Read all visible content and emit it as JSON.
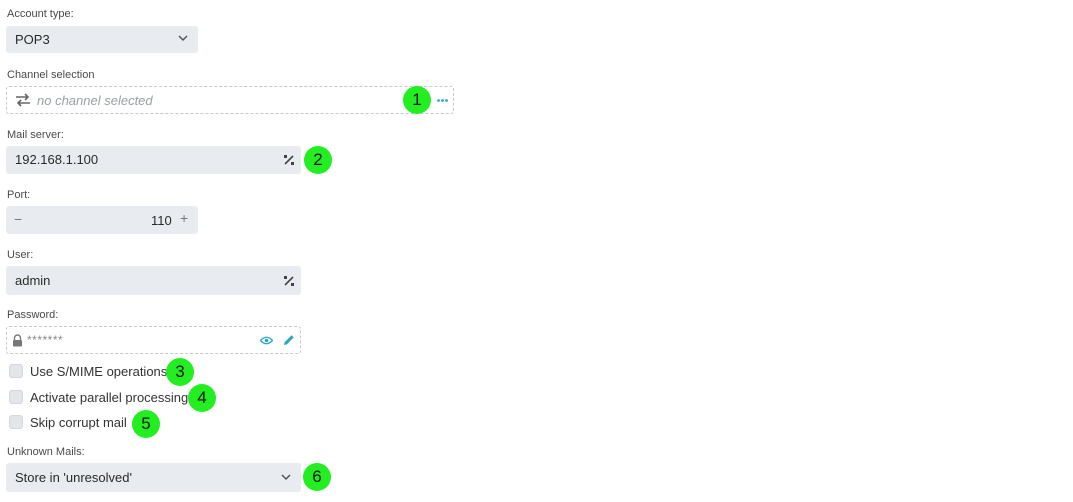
{
  "account_type": {
    "label": "Account type:",
    "value": "POP3"
  },
  "channel": {
    "label": "Channel selection",
    "placeholder": "no channel selected"
  },
  "mail_server": {
    "label": "Mail server:",
    "value": "192.168.1.100"
  },
  "port": {
    "label": "Port:",
    "value": "110",
    "minus": "−",
    "plus": "+"
  },
  "user": {
    "label": "User:",
    "value": "admin"
  },
  "password": {
    "label": "Password:",
    "value": "*******"
  },
  "options": [
    {
      "label": "Use S/MIME operations",
      "checked": false
    },
    {
      "label": "Activate parallel processing",
      "checked": false
    },
    {
      "label": "Skip corrupt mail",
      "checked": false
    }
  ],
  "unknown_mails": {
    "label": "Unknown Mails:",
    "value": "Store in 'unresolved'"
  },
  "markers": [
    "1",
    "2",
    "3",
    "4",
    "5",
    "6"
  ],
  "colors": {
    "marker": "#22ee22",
    "field_bg": "#e8ebef",
    "icon_accent": "#2aa6c9"
  },
  "icons": {
    "account_dropdown": "chevron-down-icon",
    "channel": "swap-arrows-icon",
    "channel_more": "more-dots-icon",
    "variable": "percent-variable-icon",
    "lock": "lock-icon",
    "eye": "eye-icon",
    "edit": "pencil-icon",
    "unknown_dropdown": "chevron-down-icon"
  }
}
